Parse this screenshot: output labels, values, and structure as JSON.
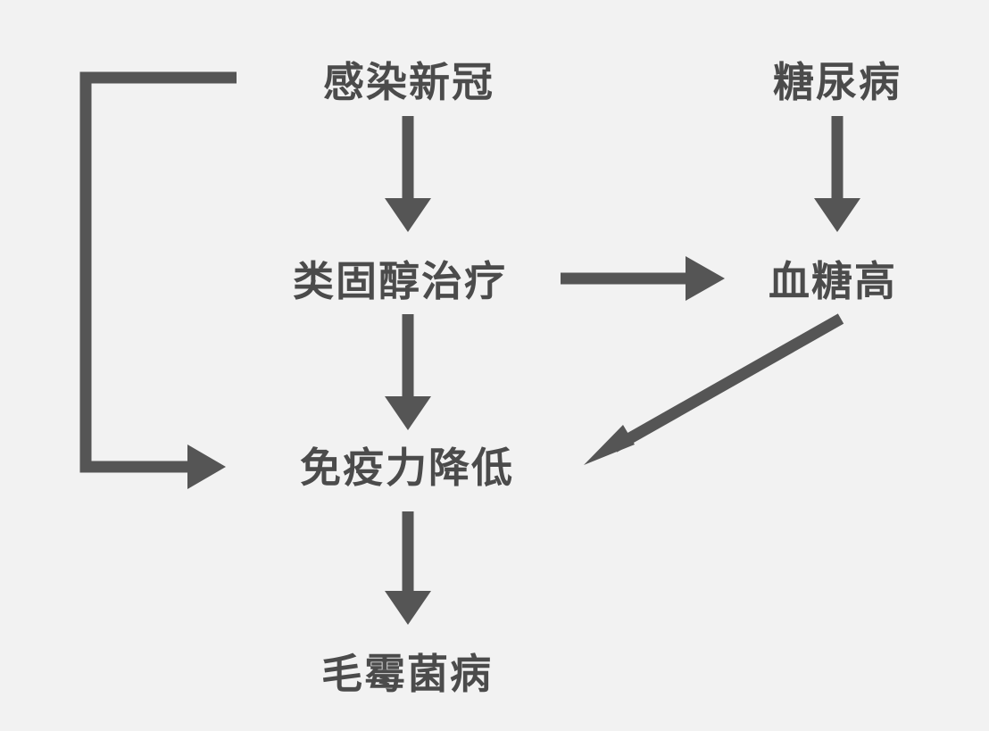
{
  "nodes": {
    "infection": "感染新冠",
    "diabetes": "糖尿病",
    "steroid": "类固醇治疗",
    "hyperglycemia": "血糖高",
    "immunity": "免疫力降低",
    "mucor": "毛霉菌病"
  },
  "edges": [
    {
      "from": "infection",
      "to": "steroid"
    },
    {
      "from": "diabetes",
      "to": "hyperglycemia"
    },
    {
      "from": "steroid",
      "to": "hyperglycemia"
    },
    {
      "from": "steroid",
      "to": "immunity"
    },
    {
      "from": "hyperglycemia",
      "to": "immunity"
    },
    {
      "from": "infection",
      "to": "immunity"
    },
    {
      "from": "immunity",
      "to": "mucor"
    }
  ],
  "colors": {
    "background": "#f2f2f2",
    "text": "#4b4b4b",
    "arrow": "#555555"
  }
}
